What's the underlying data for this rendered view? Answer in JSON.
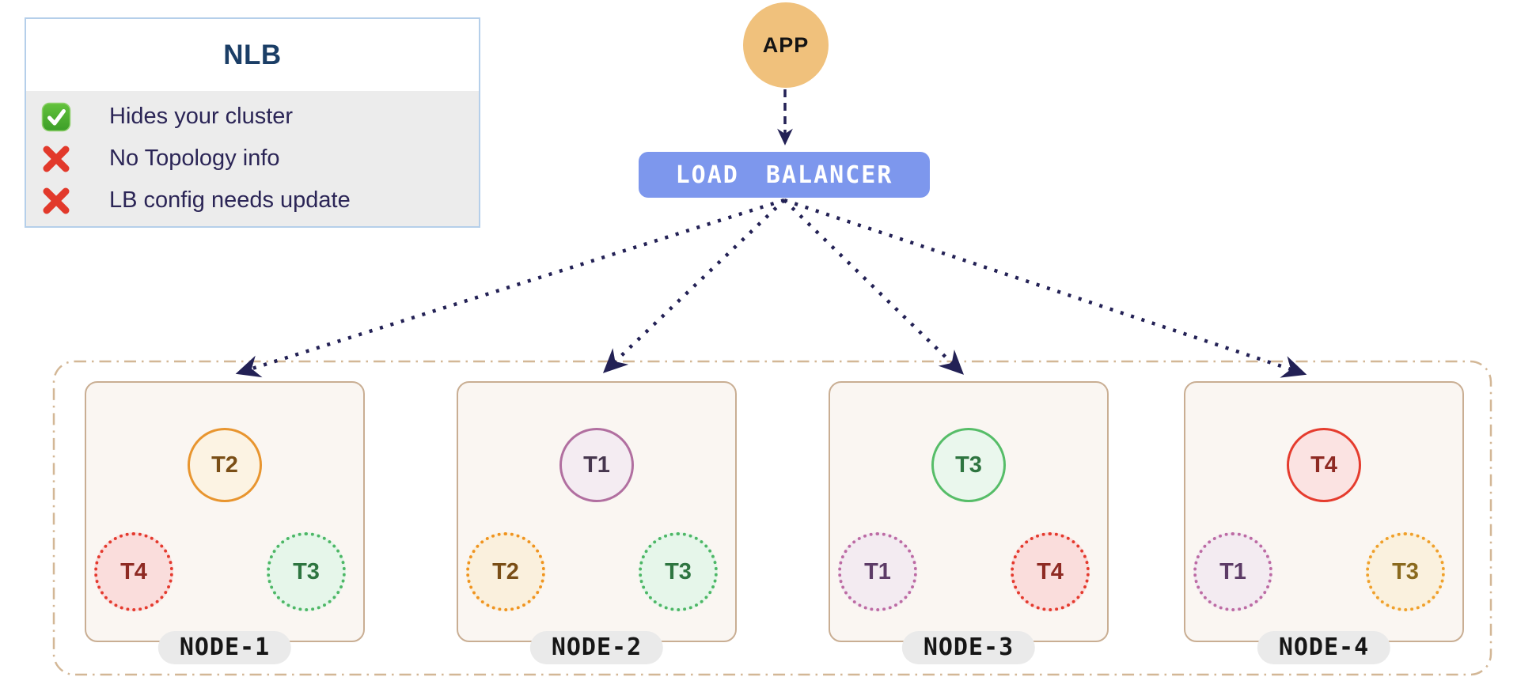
{
  "legend": {
    "title": "NLB",
    "items": [
      {
        "icon": "check",
        "text": "Hides your cluster"
      },
      {
        "icon": "cross",
        "text": "No Topology info"
      },
      {
        "icon": "cross",
        "text": "LB config needs update"
      }
    ]
  },
  "app": {
    "label": "APP"
  },
  "load_balancer": {
    "label": "LOAD BALANCER"
  },
  "cluster": {
    "nodes": [
      {
        "name": "NODE-1",
        "primary_tablet": {
          "label": "T2",
          "color": "#E8952F"
        },
        "replica_tablets": [
          {
            "label": "T4",
            "color": "#E43A2E"
          },
          {
            "label": "T3",
            "color": "#4DB766"
          }
        ]
      },
      {
        "name": "NODE-2",
        "primary_tablet": {
          "label": "T1",
          "color": "#B16FA0"
        },
        "replica_tablets": [
          {
            "label": "T2",
            "color": "#F0941F"
          },
          {
            "label": "T3",
            "color": "#4DB766"
          }
        ]
      },
      {
        "name": "NODE-3",
        "primary_tablet": {
          "label": "T3",
          "color": "#56BD68"
        },
        "replica_tablets": [
          {
            "label": "T1",
            "color": "#BD6BA4"
          },
          {
            "label": "T4",
            "color": "#E43A2E"
          }
        ]
      },
      {
        "name": "NODE-4",
        "primary_tablet": {
          "label": "T4",
          "color": "#E53C2E"
        },
        "replica_tablets": [
          {
            "label": "T1",
            "color": "#BD6BA4"
          },
          {
            "label": "T3",
            "color": "#F0A02B"
          }
        ]
      }
    ]
  },
  "colors": {
    "app_fill": "#F0C17C",
    "load_balancer_fill": "#7D97ED",
    "arrow": "#232155",
    "cluster_border": "#D3B796",
    "node_border": "#C9AE93",
    "node_fill": "#FAF6F2",
    "legend_border": "#B5CFEA",
    "legend_title_text": "#1B3E66",
    "legend_body_bg": "#ECECEC",
    "legend_item_text": "#2B2556",
    "check_green": "#44AB2B",
    "cross_red": "#E2392B"
  }
}
